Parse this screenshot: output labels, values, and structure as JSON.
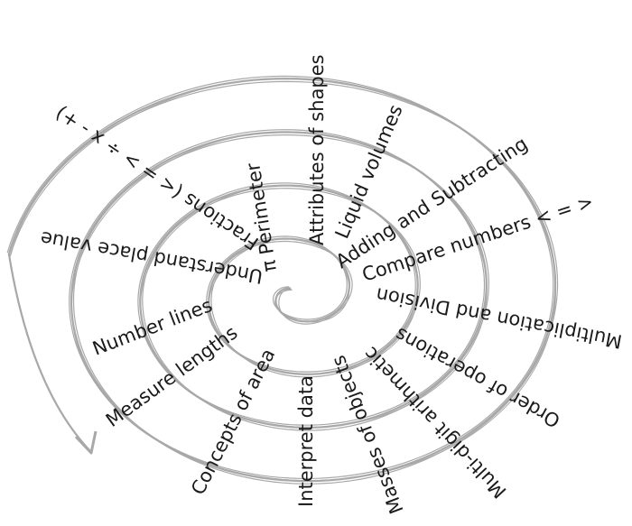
{
  "colors": {
    "spiral": "#a8a8a8",
    "text": "#1a1a1a"
  },
  "labels": {
    "attributes_of_shapes": "Attributes of shapes",
    "liquid_volumes": "Liquid volumes",
    "adding_subtracting": "Adding and Subtracting",
    "compare_numbers": "Compare numbers < = >",
    "multiplication_division": "Multiplication and Division",
    "order_of_operations": "Order of operations",
    "multi_digit_arithmetic": "Multi-digit arithmetic",
    "masses_of_objects": "Masses of objects",
    "interpret_data": "Interpret data",
    "concepts_of_area": "Concepts of area",
    "measure_lengths": "Measure lengths",
    "number_lines": "Number lines",
    "understand_place_value": "Understand place value",
    "fractions": "Fractions (< = > ÷ x - +)",
    "perimeter": "π Perimeter"
  }
}
